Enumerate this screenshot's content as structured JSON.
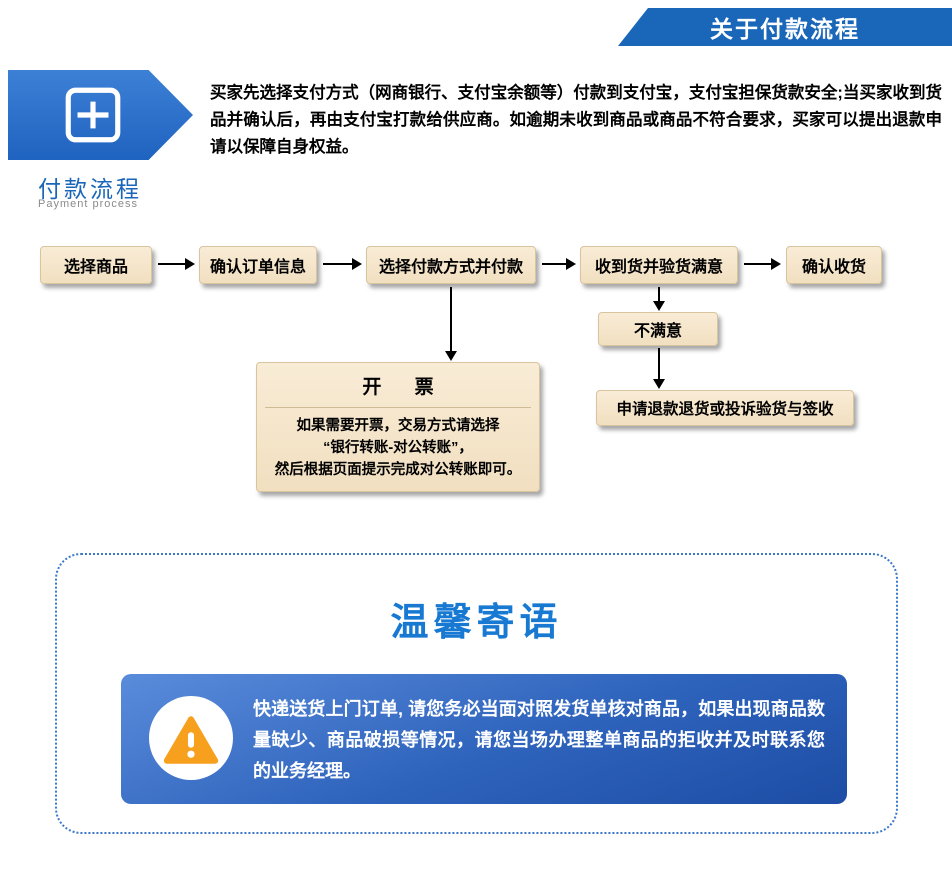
{
  "banner": {
    "title": "关于付款流程"
  },
  "intro": {
    "logo_title": "付款流程",
    "logo_subtitle": "Payment process",
    "paragraph": "买家先选择支付方式（网商银行、支付宝余额等）付款到支付宝，支付宝担保货款安全;当买家收到货品并确认后，再由支付宝打款给供应商。如逾期未收到商品或商品不符合要求，买家可以提出退款申请以保障自身权益。"
  },
  "flowchart": {
    "steps": [
      "选择商品",
      "确认订单信息",
      "选择付款方式并付款",
      "收到货并验货满意",
      "确认收货"
    ],
    "unsatisfied": "不满意",
    "refund": "申请退款退货或投诉验货与签收",
    "invoice": {
      "title": "开 票",
      "lines": [
        "如果需要开票，交易方式请选择",
        "“银行转账-对公转账”，",
        "然后根据页面提示完成对公转账即可。"
      ]
    }
  },
  "notice": {
    "title": "温馨寄语",
    "message": "快递送货上门订单, 请您务必当面对照发货单核对商品，如果出现商品数量缺少、商品破损等情况，请您当场办理整单商品的拒收并及时联系您的业务经理。"
  },
  "colors": {
    "brand_blue": "#1a66b8",
    "flow_box_tan": "#f5e5c8",
    "notice_title_blue": "#1779d2",
    "notice_gradient_start": "#5a8cdb",
    "notice_gradient_end": "#1d4da5",
    "warning_orange": "#f7a01d"
  }
}
